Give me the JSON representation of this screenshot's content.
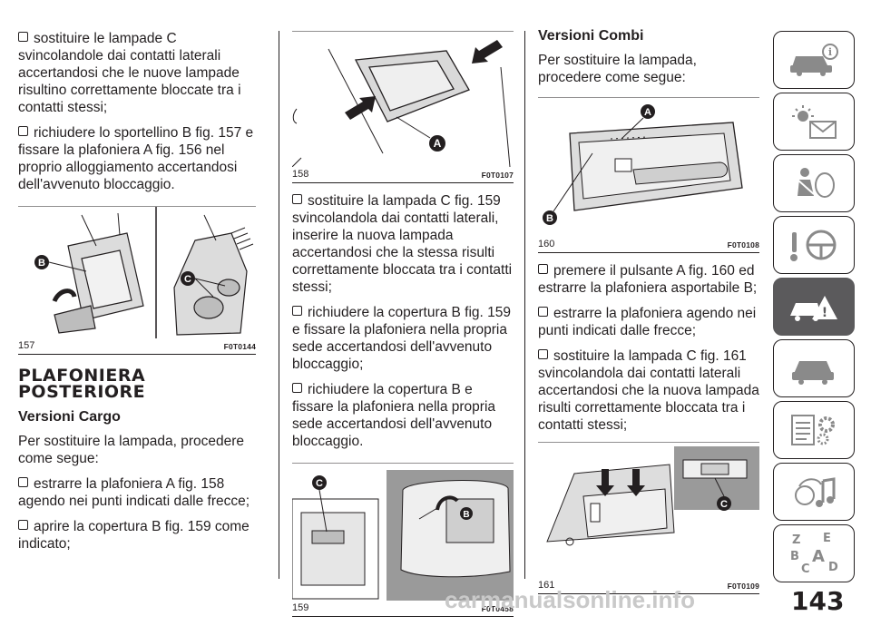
{
  "col1": {
    "b1": "sostituire le lampade C svincolandole dai contatti laterali accertandosi che le nuove lampade risultino correttamente bloccate tra i contatti stessi;",
    "b2": "richiudere lo sportellino B fig. 157 e fissare la plafoniera A fig. 156 nel proprio alloggiamento accertandosi dell'avvenuto bloccaggio.",
    "fig157": {
      "num": "157",
      "code": "F0T0144"
    },
    "heading_line1": "PLAFONIERA",
    "heading_line2": "POSTERIORE",
    "subheading": "Versioni Cargo",
    "intro": "Per sostituire la lampada, procedere come segue:",
    "b3": "estrarre la plafoniera A fig. 158 agendo nei punti indicati dalle frecce;",
    "b4": "aprire la copertura B fig. 159 come indicato;"
  },
  "col2": {
    "fig158": {
      "num": "158",
      "code": "F0T0107"
    },
    "b1": "sostituire la lampada C fig. 159 svincolandola dai contatti laterali, inserire la nuova lampada accertandosi che la stessa risulti correttamente bloccata tra i contatti stessi;",
    "b2": "richiudere la copertura B fig. 159 e fissare la plafoniera nella propria sede accertandosi dell'avvenuto bloccaggio;",
    "b3": "richiudere la copertura B e fissare la plafoniera nella propria sede accertandosi dell'avvenuto bloccaggio.",
    "fig159": {
      "num": "159",
      "code": "F0T0458"
    }
  },
  "col3": {
    "subheading": "Versioni Combi",
    "intro": "Per sostituire la lampada, procedere come segue:",
    "fig160": {
      "num": "160",
      "code": "F0T0108"
    },
    "b1": "premere il pulsante A fig. 160 ed estrarre la plafoniera asportabile B;",
    "b2": "estrarre la plafoniera agendo nei punti indicati dalle frecce;",
    "b3": "sostituire la lampada C fig. 161 svincolandola dai contatti laterali accertandosi che la nuova lampada risulti correttamente bloccata tra i contatti stessi;",
    "fig161": {
      "num": "161",
      "code": "F0T0109"
    }
  },
  "labels": {
    "A": "A",
    "B": "B",
    "C": "C"
  },
  "tabs": [
    {
      "icon": "car-info-icon",
      "active": false
    },
    {
      "icon": "dashboard-lights-icon",
      "active": false
    },
    {
      "icon": "safety-airbag-icon",
      "active": false
    },
    {
      "icon": "steering-wheel-icon",
      "active": false
    },
    {
      "icon": "emergency-icon",
      "active": true
    },
    {
      "icon": "car-maintenance-icon",
      "active": false
    },
    {
      "icon": "technical-data-icon",
      "active": false
    },
    {
      "icon": "multimedia-icon",
      "active": false
    },
    {
      "icon": "index-icon",
      "active": false
    }
  ],
  "page_number": "143",
  "watermark": "carmanualsonline.info"
}
